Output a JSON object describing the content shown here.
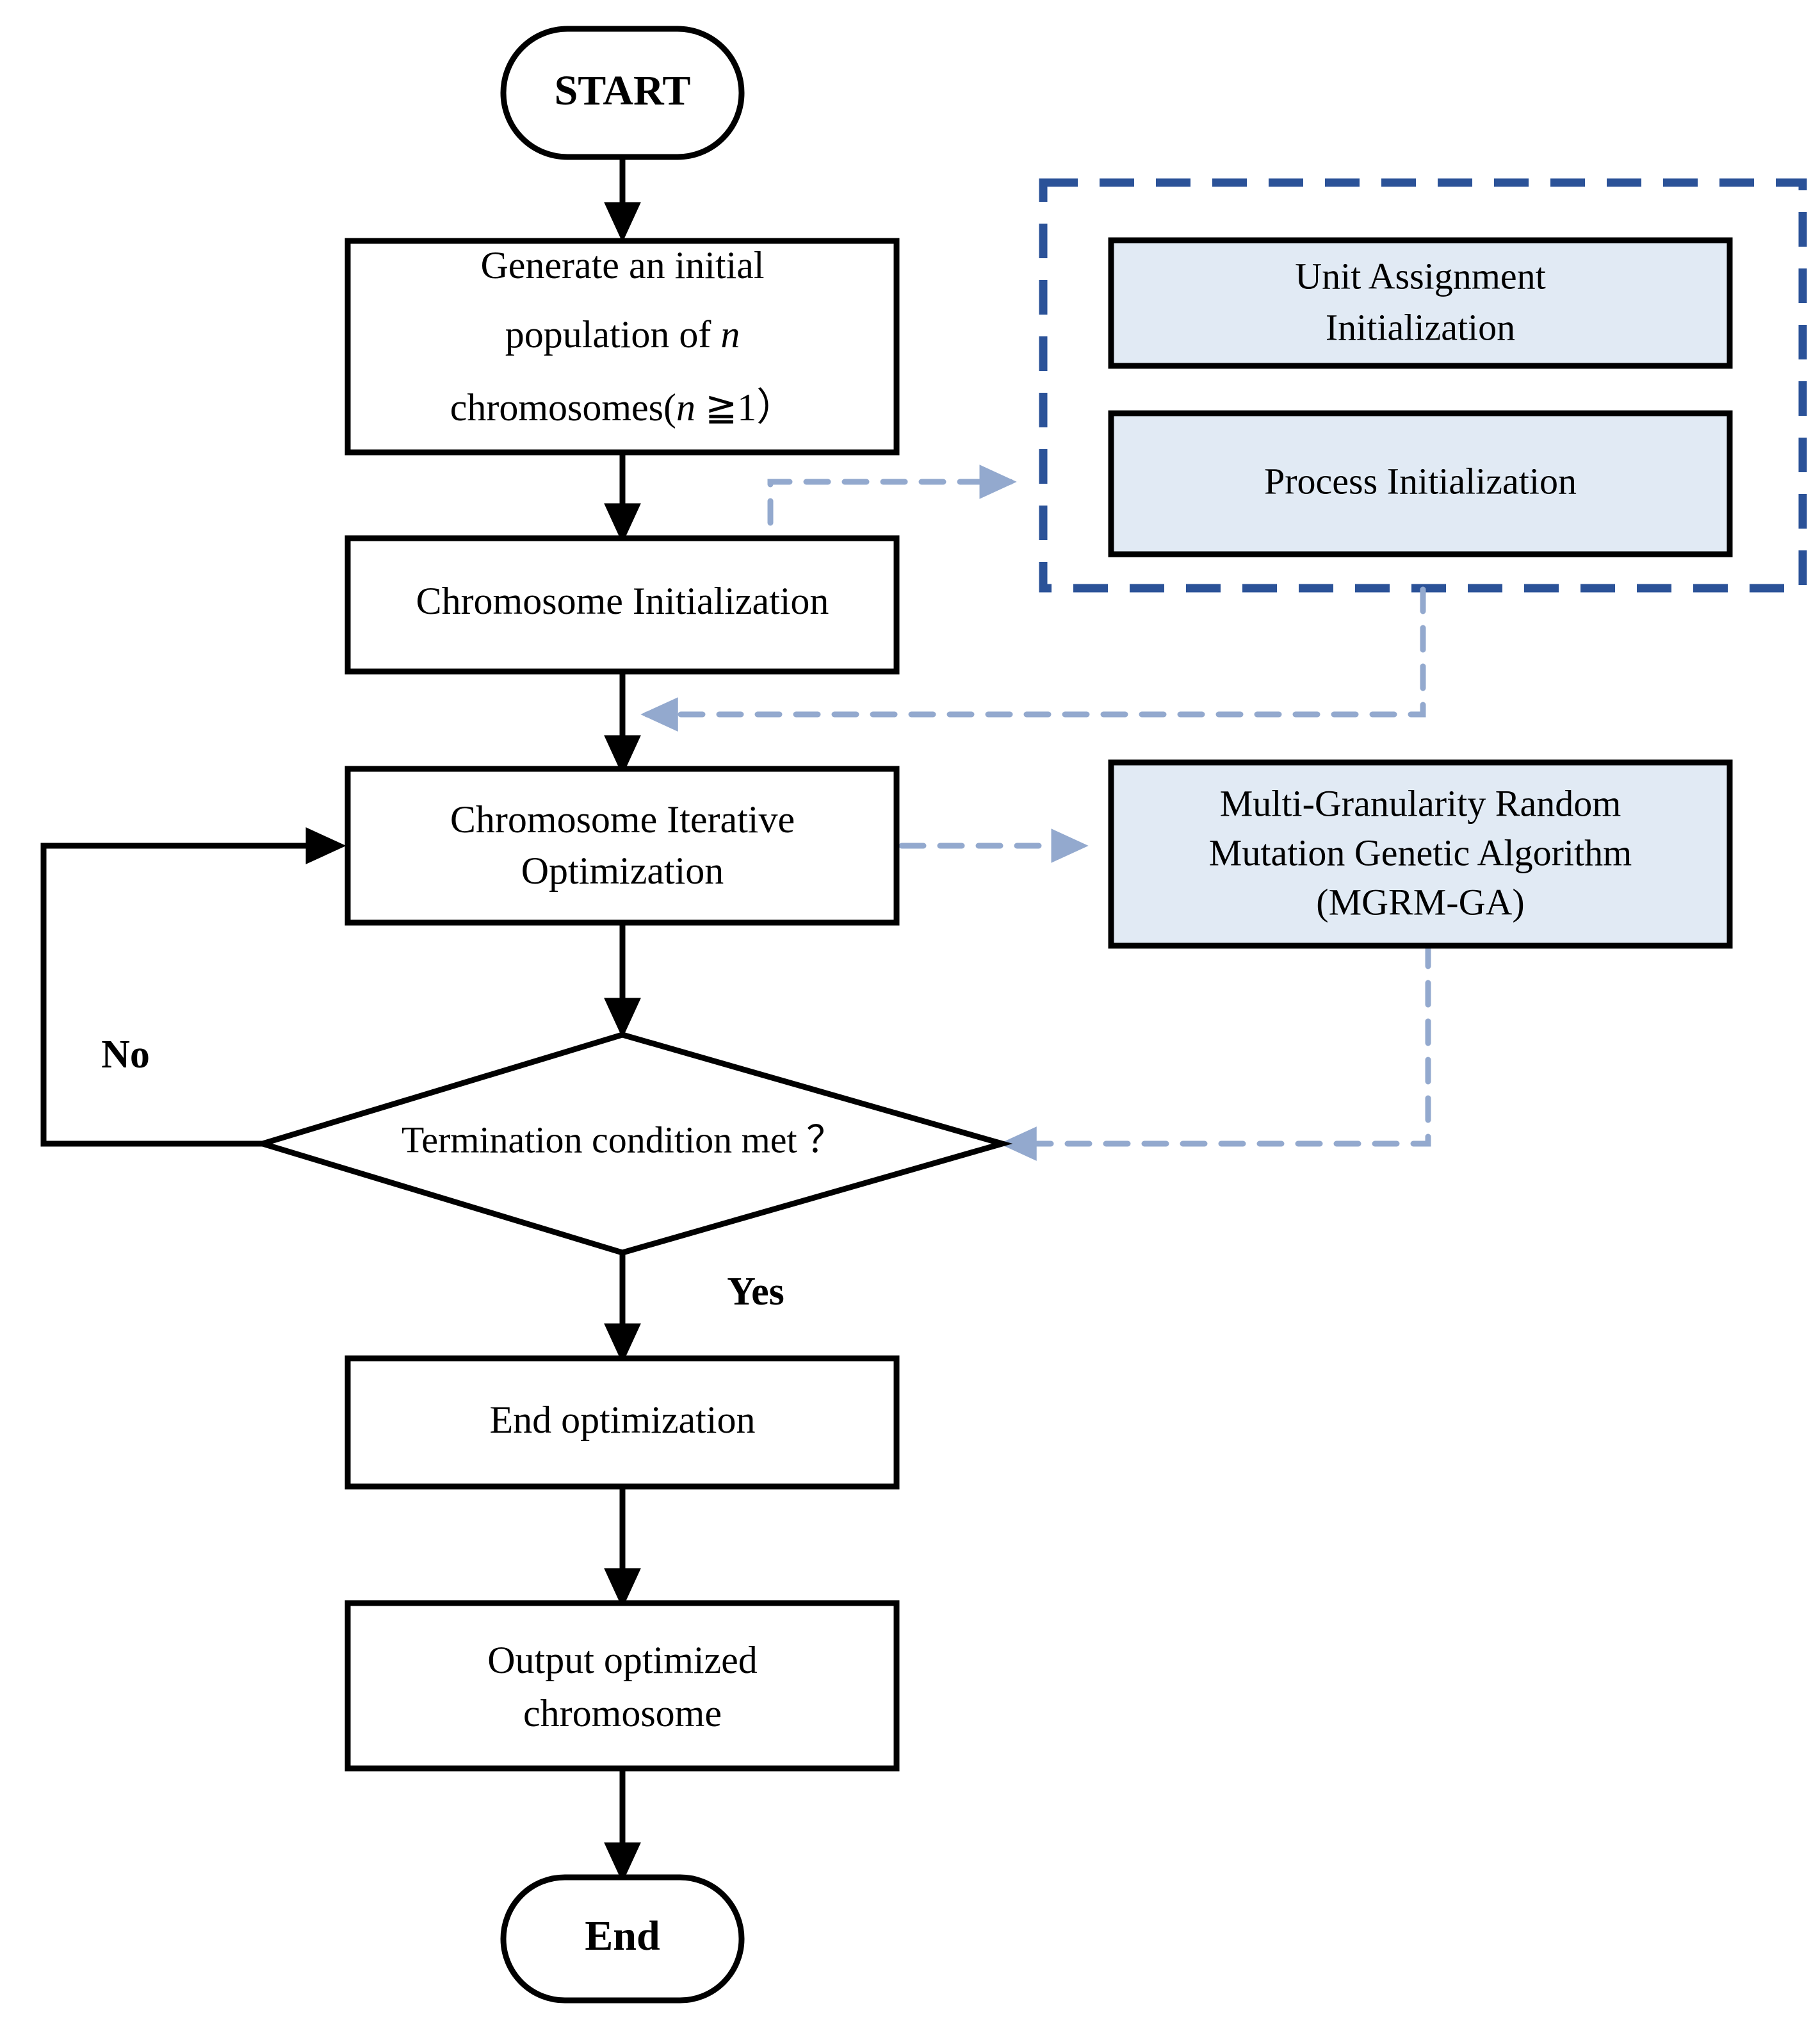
{
  "diagram": {
    "title": "Genetic algorithm optimization flowchart",
    "colors": {
      "line": "#000000",
      "dashed_arrow": "#93A9CE",
      "dashed_container": "#2B5298",
      "blue_box_fill": "#E1EAF4",
      "background": "#FFFFFF"
    },
    "nodes": {
      "start": {
        "label": "START",
        "shape": "terminator"
      },
      "generate": {
        "line1": "Generate an initial",
        "line2_pre": "population of ",
        "line2_var": "n",
        "line3_pre": "chromosomes(",
        "line3_var": "n",
        "line3_post": " ≧1）",
        "shape": "process"
      },
      "chromosome_init": {
        "label": "Chromosome Initialization",
        "shape": "process"
      },
      "chromosome_opt": {
        "line1": "Chromosome Iterative",
        "line2": "Optimization",
        "shape": "process"
      },
      "decision": {
        "label": "Termination condition met ？",
        "shape": "decision"
      },
      "end_opt": {
        "label": "End optimization",
        "shape": "process"
      },
      "output": {
        "line1": "Output optimized",
        "line2": "chromosome",
        "shape": "process"
      },
      "end": {
        "label": "End",
        "shape": "terminator"
      }
    },
    "side_boxes": {
      "unit_assignment": {
        "line1": "Unit Assignment",
        "line2": "Initialization"
      },
      "process_init": {
        "line1": "Process Initialization"
      },
      "mgrm_ga": {
        "line1": "Multi-Granularity Random",
        "line2": "Mutation Genetic Algorithm",
        "line3": "(MGRM-GA)"
      }
    },
    "edge_labels": {
      "no": "No",
      "yes": "Yes"
    }
  }
}
